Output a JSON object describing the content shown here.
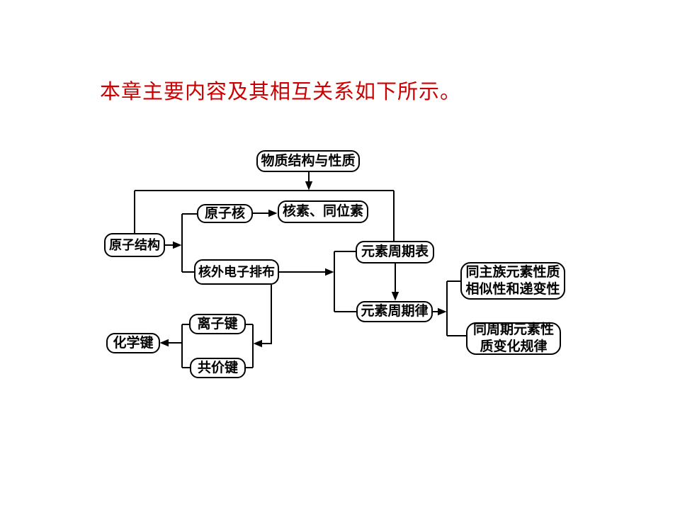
{
  "slide": {
    "title": "本章主要内容及其相互关系如下所示。",
    "title_color": "#cc0000",
    "background_color": "#ffffff"
  },
  "diagram": {
    "line_color": "#000000",
    "box_border_color": "#000000",
    "box_fill_color": "#ffffff",
    "nodes": {
      "structure_properties": {
        "label": "物质结构与性质"
      },
      "atomic_nucleus": {
        "label": "原子核"
      },
      "nuclides_isotopes": {
        "label": "核素、同位素"
      },
      "atomic_structure": {
        "label": "原子结构"
      },
      "electron_configuration": {
        "label": "核外电子排布"
      },
      "periodic_table": {
        "label": "元素周期表"
      },
      "periodic_law": {
        "label": "元素周期律"
      },
      "same_group_properties": {
        "lines": [
          "同主族元素性质",
          "相似性和递变性"
        ]
      },
      "same_period_properties": {
        "lines": [
          "同周期元素性",
          "质变化规律"
        ]
      },
      "ionic_bond": {
        "label": "离子键"
      },
      "chemical_bond": {
        "label": "化学键"
      },
      "covalent_bond": {
        "label": "共价键"
      }
    },
    "edges": [
      {
        "from": [
          "structure_properties"
        ],
        "to": [
          "atomic_structure",
          "periodic_table"
        ]
      },
      {
        "from": [
          "atomic_structure"
        ],
        "to": [
          "atomic_nucleus",
          "electron_configuration"
        ]
      },
      {
        "from": [
          "atomic_nucleus"
        ],
        "to": [
          "nuclides_isotopes"
        ]
      },
      {
        "from": [
          "electron_configuration"
        ],
        "to": [
          "periodic_table",
          "periodic_law"
        ]
      },
      {
        "from": [
          "periodic_table"
        ],
        "to": [
          "periodic_law"
        ]
      },
      {
        "from": [
          "periodic_law"
        ],
        "to": [
          "same_group_properties",
          "same_period_properties"
        ]
      },
      {
        "from": [
          "electron_configuration"
        ],
        "to": [
          "ionic_bond",
          "covalent_bond"
        ]
      },
      {
        "from": [
          "ionic_bond",
          "covalent_bond"
        ],
        "to": [
          "chemical_bond"
        ]
      }
    ]
  }
}
